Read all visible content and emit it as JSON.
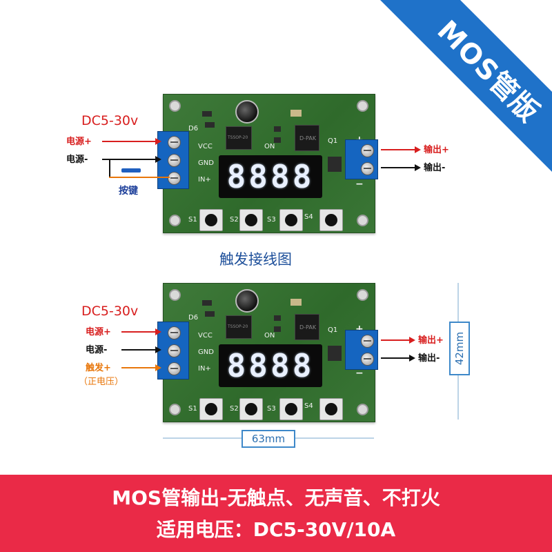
{
  "ribbon": {
    "text": "MOS管版"
  },
  "top_diagram": {
    "power_label": "DC5-30v",
    "inputs": [
      {
        "text": "电源+",
        "color": "#d81e1e"
      },
      {
        "text": "电源-",
        "color": "#111111"
      }
    ],
    "switch_label": "按键",
    "outputs": [
      {
        "text": "输出+",
        "color": "#d81e1e"
      },
      {
        "text": "输出-",
        "color": "#111111"
      }
    ],
    "caption": "触发接线图"
  },
  "bottom_diagram": {
    "power_label": "DC5-30v",
    "inputs": [
      {
        "text": "电源+",
        "color": "#d81e1e"
      },
      {
        "text": "电源-",
        "color": "#111111"
      },
      {
        "text": "触发+",
        "color": "#e8760a"
      }
    ],
    "trigger_note": "（正电压）",
    "outputs": [
      {
        "text": "输出+",
        "color": "#d81e1e"
      },
      {
        "text": "输出-",
        "color": "#111111"
      }
    ],
    "width_label": "63mm",
    "height_label": "42mm"
  },
  "board": {
    "display_digits": "8888",
    "pins": [
      "VCC",
      "GND",
      "IN+"
    ],
    "buttons": [
      "S1",
      "S2",
      "S3",
      "S4"
    ],
    "chip_labels": [
      "TSSOP-20",
      "D-PAK"
    ],
    "refs": [
      "D6",
      "ON",
      "Q1"
    ],
    "polarity": [
      "+",
      "−"
    ]
  },
  "banner": {
    "line1": "MOS管输出-无触点、无声音、不打火",
    "line2": "适用电压：DC5-30V/10A"
  },
  "colors": {
    "ribbon": "#1f72c9",
    "banner": "#ea2a47",
    "pcb": "#3a7636",
    "terminal": "#1565c0"
  }
}
